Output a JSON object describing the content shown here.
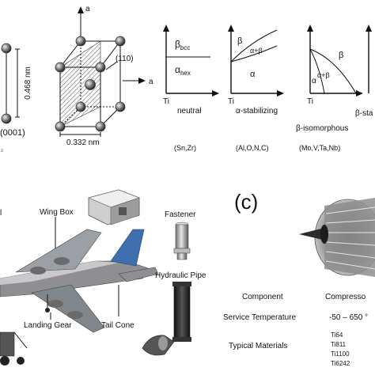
{
  "panel_a": {
    "hcp_c_dim": "0.468 nm",
    "hcp_plane": "(0001)",
    "hcp_fragment": "₂",
    "bcc_axis_top": "a",
    "bcc_axis_right": "a",
    "bcc_plane": "(110)",
    "bcc_dim": "0.332 nm"
  },
  "panel_b": {
    "diagrams": [
      {
        "phase_top": "β",
        "phase_top_sub": "bcc",
        "phase_bottom": "α",
        "phase_bottom_sub": "hex",
        "element": "Ti",
        "type": "neutral",
        "examples": "(Sn,Zr)"
      },
      {
        "phase_top": "β",
        "phase_mid": "α+β",
        "phase_bottom": "α",
        "element": "Ti",
        "type": "α-stabilizing",
        "examples": "(Al,O,N,C)"
      },
      {
        "phase_top": "β",
        "phase_mid": "α+β",
        "phase_bottom": "α",
        "element": "Ti",
        "type": "β-isomorphous",
        "examples": "(Mo,V,Ta,Nb)"
      },
      {
        "partial_label": "β-sta"
      }
    ]
  },
  "panel_c": {
    "label": "(c)",
    "airplane_parts": [
      "Wing Box",
      "Landing Gear",
      "Tail Cone",
      "Fastener",
      "Hydraulic Pipe"
    ],
    "left_fragment": "l",
    "table": {
      "row_labels": [
        "Component",
        "Service Temperature",
        "Typical Materials"
      ],
      "column_header": "Compresso",
      "temperature": "-50 – 650 °",
      "materials": [
        "Ti64",
        "Ti811",
        "Ti1100",
        "Ti6242"
      ]
    }
  }
}
